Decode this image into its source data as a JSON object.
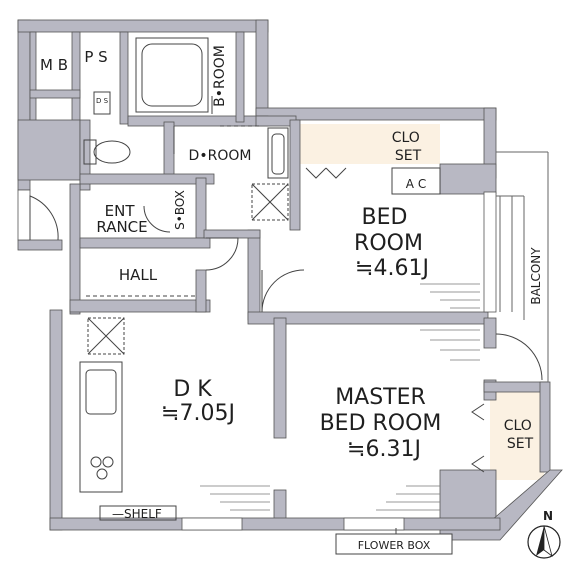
{
  "rooms": {
    "mb": "M B",
    "ps": "P S",
    "ds": "D S",
    "b_room": "B•ROOM",
    "d_room": "D•ROOM",
    "clo_set_top": [
      "CLO",
      "SET"
    ],
    "ac": "A C",
    "entrance": [
      "ENT",
      "RANCE"
    ],
    "s_box": "S•BOX",
    "hall": "HALL",
    "bed_room": [
      "BED",
      "ROOM",
      "≒4.61J"
    ],
    "balcony": "BALCONY",
    "dk": [
      "D K",
      "≒7.05J"
    ],
    "master_bed_room": [
      "MASTER",
      "BED ROOM",
      "≒6.31J"
    ],
    "clo_set_right": [
      "CLO",
      "SET"
    ],
    "shelf": "SHELF",
    "flower_box": "FLOWER BOX"
  },
  "compass": {
    "north_label": "N"
  },
  "colors": {
    "wall": "#b8b8c3",
    "closet_fill": "#fbf1e2",
    "line": "#444444"
  }
}
